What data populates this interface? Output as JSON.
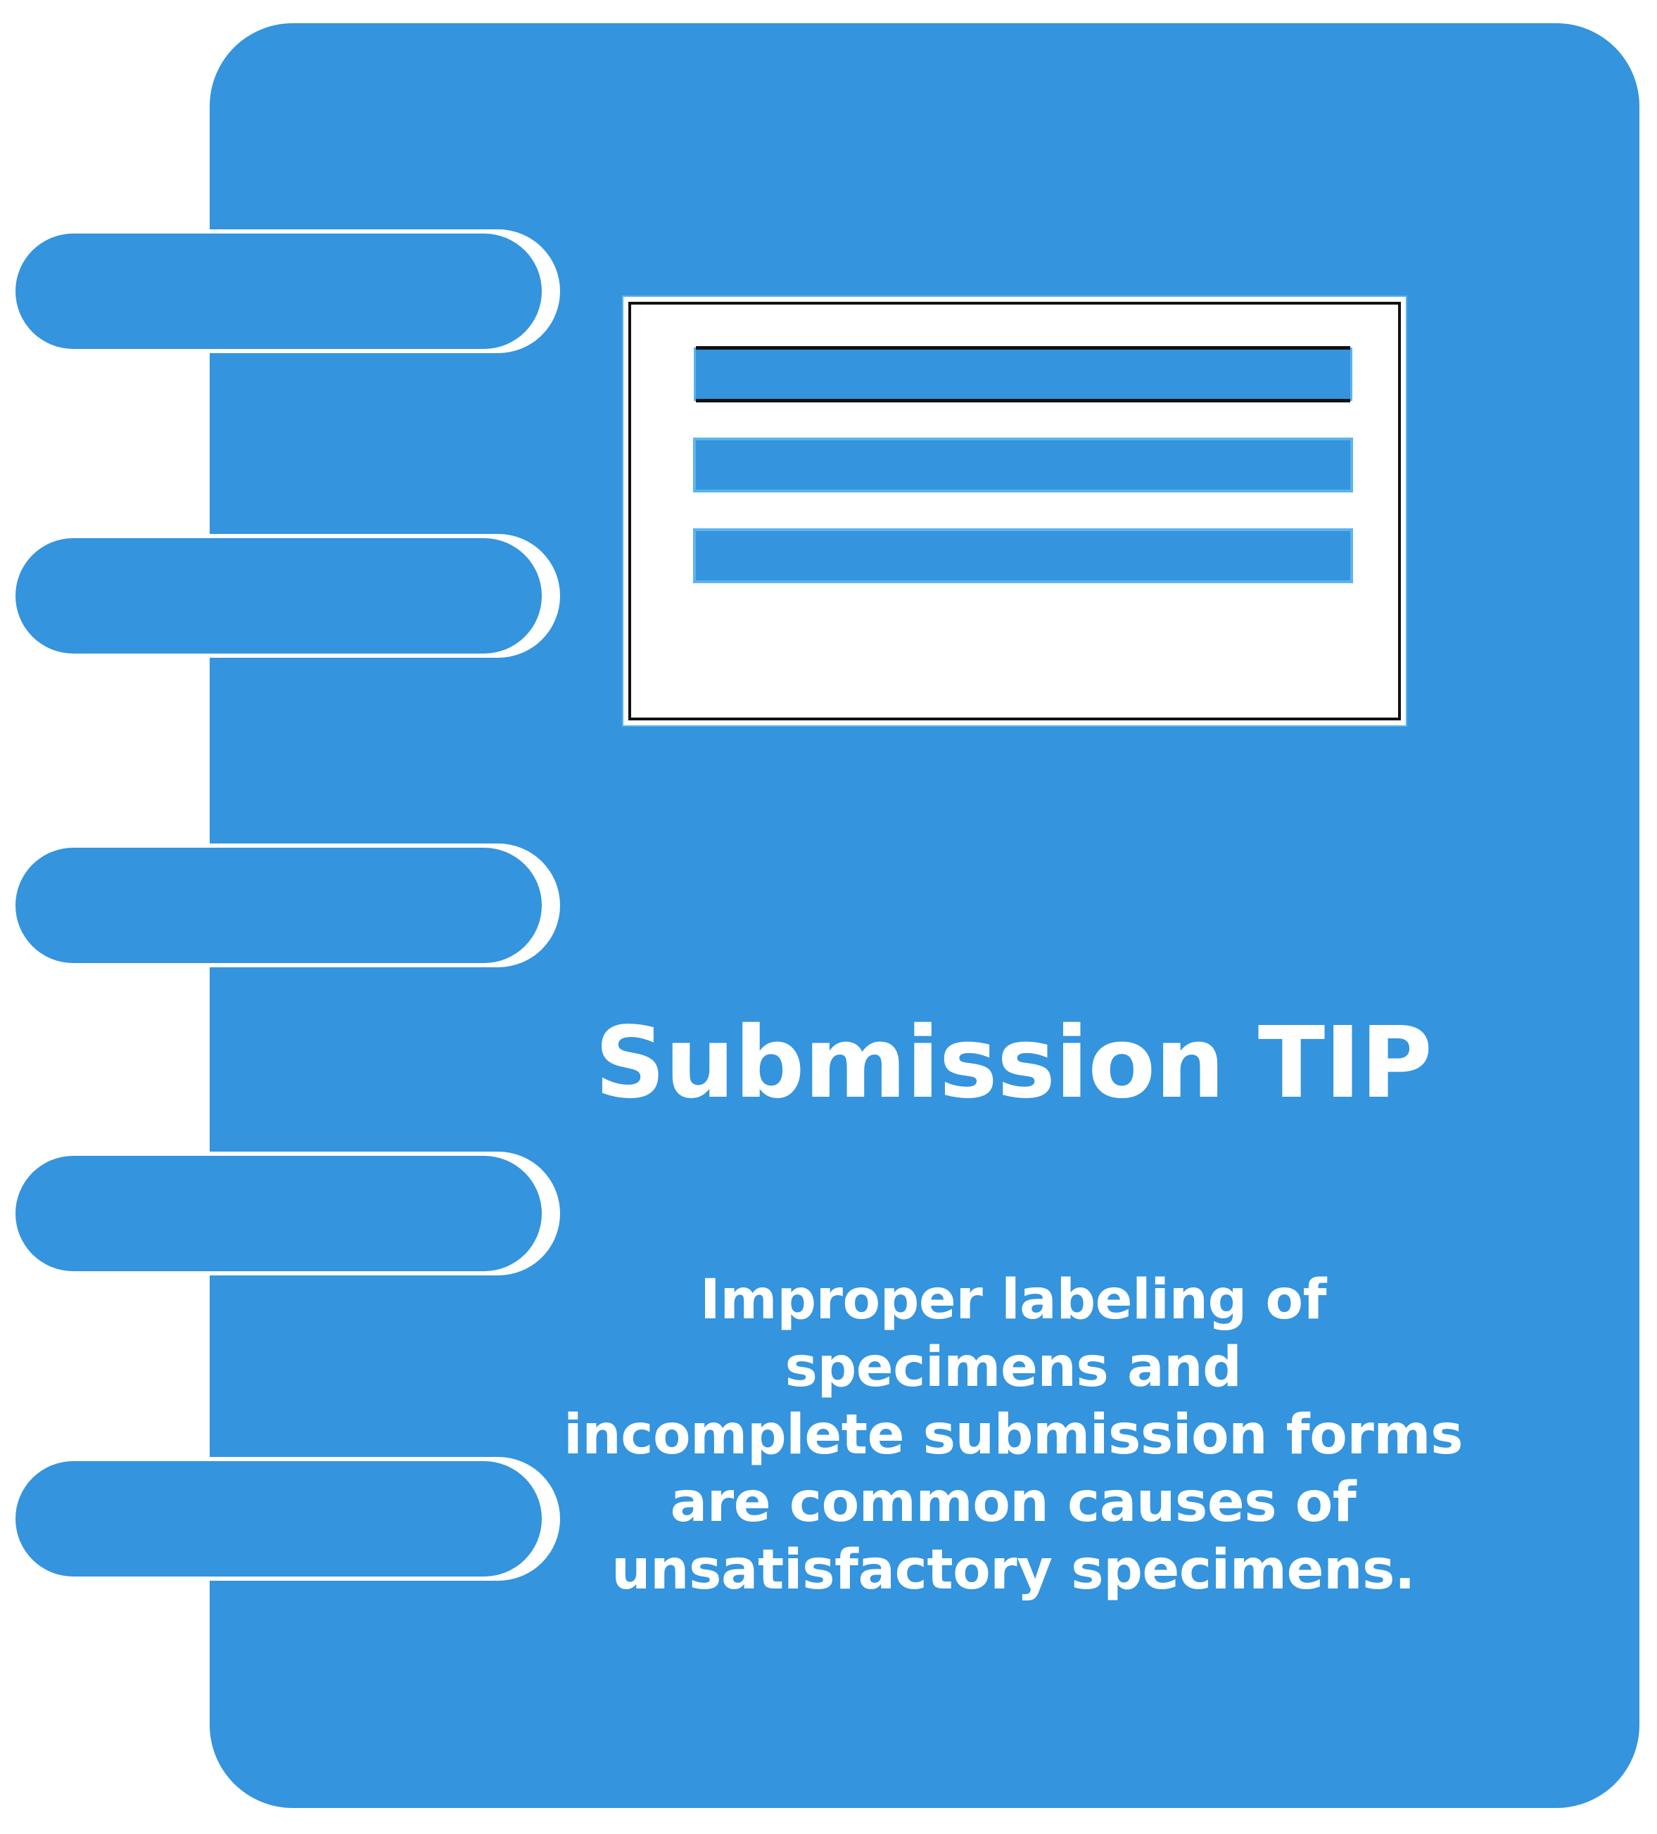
{
  "graphic": {
    "type": "notebook-tip-card",
    "accent_color": "#3494dd",
    "highlight_color": "#5bb4ee",
    "outline_color": "#111111",
    "background_color": "#ffffff",
    "text_color": "#ffffff"
  },
  "notebook": {
    "rings_count": 5,
    "rings": [
      {
        "label": "binding-ring-1"
      },
      {
        "label": "binding-ring-2"
      },
      {
        "label": "binding-ring-3"
      },
      {
        "label": "binding-ring-4"
      },
      {
        "label": "binding-ring-5"
      }
    ]
  },
  "document_icon": {
    "name": "submission-form-icon",
    "lines_count": 3,
    "lines": [
      {
        "label": "form-line-1"
      },
      {
        "label": "form-line-2"
      },
      {
        "label": "form-line-3"
      }
    ]
  },
  "content": {
    "title": "Submission TIP",
    "body_lines": [
      "Improper labeling of",
      "specimens and",
      "incomplete submission forms",
      "are common causes of",
      "unsatisfactory specimens."
    ],
    "body_full": "Improper labeling of specimens and incomplete submission forms are common causes of unsatisfactory specimens."
  }
}
